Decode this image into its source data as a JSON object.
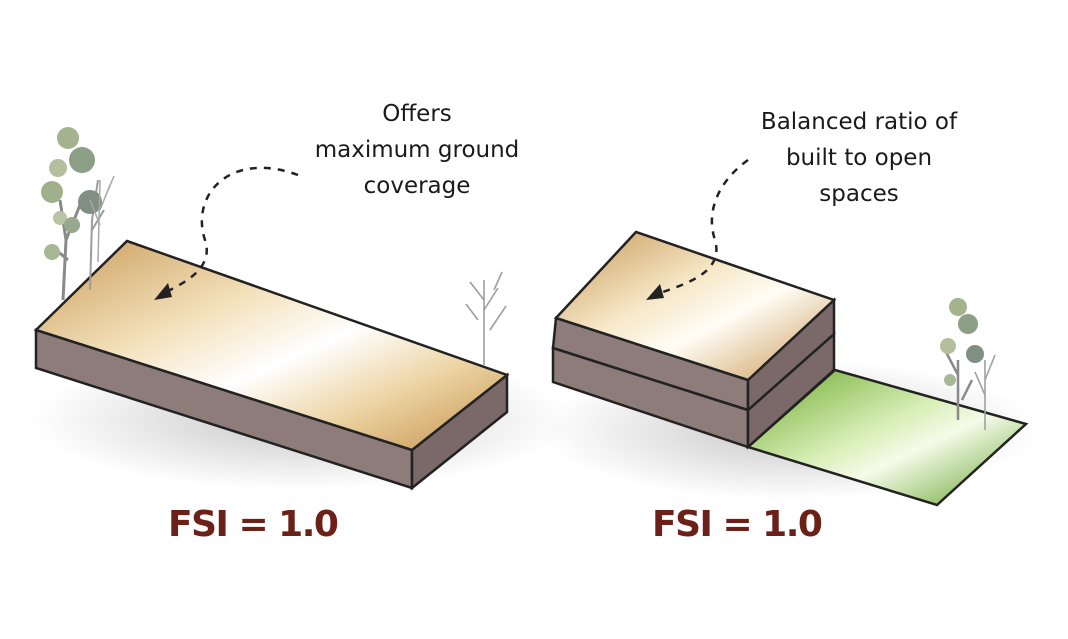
{
  "left_panel": {
    "annotation_lines": [
      "Offers",
      "maximum ground",
      "coverage"
    ],
    "fsi_label": "FSI = 1.0",
    "colors": {
      "built_top": "#d9b57a",
      "built_side": "#8c7b7a",
      "outline": "#222222"
    }
  },
  "right_panel": {
    "annotation_lines": [
      "Balanced ratio of",
      "built to open",
      "spaces"
    ],
    "fsi_label": "FSI = 1.0",
    "colors": {
      "built_top": "#d9b57a",
      "built_side": "#8c7b7a",
      "open_space": "#7fb83a",
      "outline": "#222222"
    }
  },
  "label_color": "#6b2018"
}
